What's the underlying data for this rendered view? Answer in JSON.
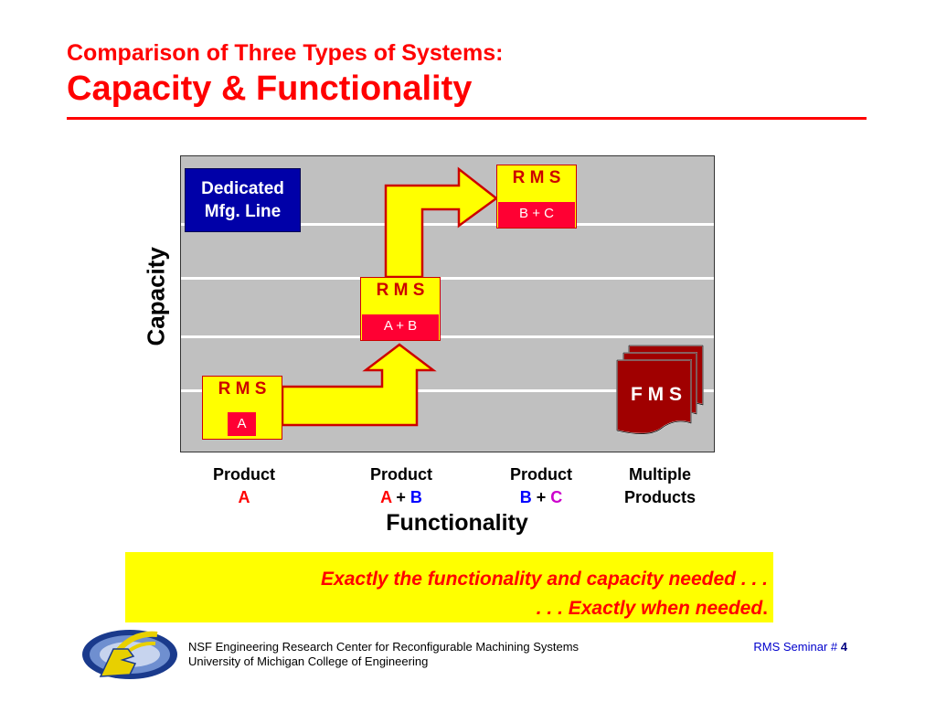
{
  "header": {
    "subtitle": "Comparison of Three Types of Systems:",
    "title": "Capacity & Functionality"
  },
  "diagram": {
    "y_axis_label": "Capacity",
    "x_axis_label": "Functionality",
    "dedicated": {
      "line1": "Dedicated",
      "line2": "Mfg. Line"
    },
    "rms_boxes": [
      {
        "title": "R M S",
        "product": "A"
      },
      {
        "title": "R M S",
        "product": "A + B"
      },
      {
        "title": "R M S",
        "product": "B + C"
      }
    ],
    "fms_label": "F M S",
    "categories": [
      {
        "line1": "Product",
        "line2_parts": [
          "A"
        ]
      },
      {
        "line1": "Product",
        "line2_parts": [
          "A",
          " + ",
          "B"
        ]
      },
      {
        "line1": "Product",
        "line2_parts": [
          "B",
          " + ",
          "C"
        ]
      },
      {
        "line1": "Multiple",
        "line2_parts": [
          "Products"
        ]
      }
    ],
    "colors": {
      "plot_background": "#c0c0c0",
      "dedicated_box": "#0000a8",
      "rms_box": "#ffff00",
      "rms_product": "#ff0033",
      "fms_documents": "#a00000",
      "arrows": "#ffff00"
    }
  },
  "callout": {
    "line1": "Exactly the functionality and capacity needed . . .",
    "line2_main": ". . . Exactly when needed",
    "line2_end": "."
  },
  "footer": {
    "line1": "NSF Engineering Research Center for Reconfigurable Machining Systems",
    "line2": "University of Michigan College of Engineering",
    "right_label": "RMS Seminar # ",
    "right_number": "4",
    "logo_icon": "erc-rms-logo-icon"
  }
}
